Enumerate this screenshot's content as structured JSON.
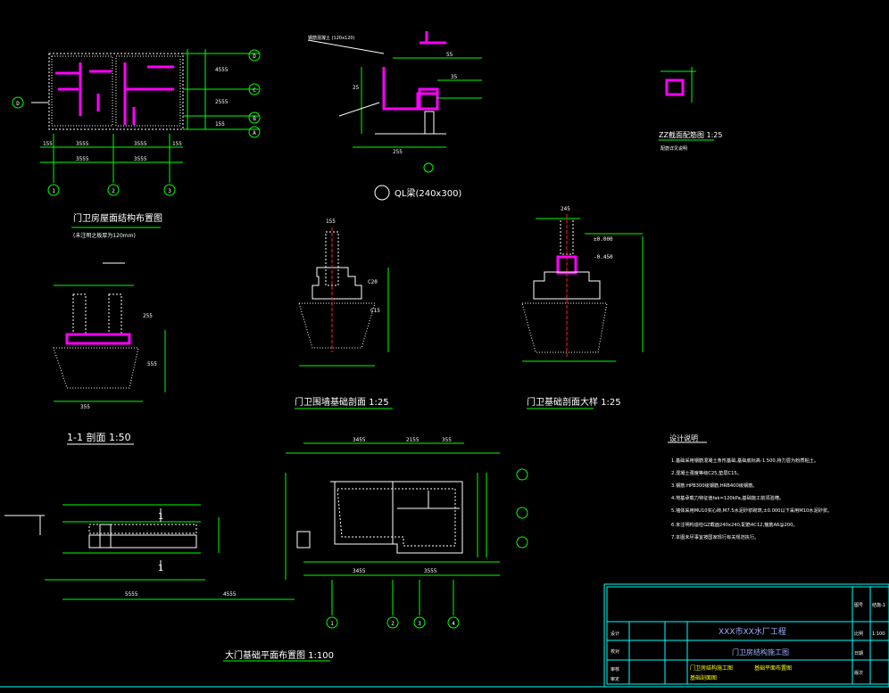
{
  "drawing": {
    "top_roof_plan": {
      "title": "门卫房屋面结构布置图",
      "subtitle": "(未注明之板厚为120mm)",
      "axes": [
        "1",
        "2",
        "3"
      ],
      "axis_left": "D",
      "axes_right": [
        "D",
        "C",
        "B",
        "A"
      ],
      "dims_bottom": [
        "155",
        "3555",
        "3555",
        "155"
      ],
      "dims_bottom2": [
        "3555",
        "3555"
      ],
      "dims_right": [
        "4555",
        "2555",
        "155"
      ]
    },
    "column_detail": {
      "title": "QL梁(240x300)",
      "note1": "钢筋混凝土 (120x120)",
      "labels": [
        "25",
        "55",
        "35",
        "255"
      ]
    },
    "zz_detail": {
      "title": "ZZ截面配筋图 1:25",
      "note": "配筋详见说明"
    },
    "section_11": {
      "title": "1-1 剖面 1:50",
      "labels": [
        "555",
        "355",
        "255"
      ]
    },
    "wall_section": {
      "title": "门卫围墙基础剖面 1:25",
      "labels": [
        "C20",
        "C15",
        "155"
      ]
    },
    "gate_section": {
      "title": "门卫基础剖面大样 1:25",
      "labels": [
        "245",
        "±0.000",
        "-0.450"
      ]
    },
    "foundation_plan": {
      "title": "大门基础平面布置图 1:100",
      "axes": [
        "1",
        "2",
        "3",
        "4"
      ],
      "dims_top": [
        "3455",
        "2155",
        "355"
      ],
      "dims_bottom": [
        "3455",
        "3555"
      ],
      "dims_bottom_left": [
        "5555",
        "4555"
      ],
      "label_1": "1"
    },
    "notes": {
      "heading": "设计说明",
      "lines": [
        "1.基础采用钢筋混凝土条形基础,基础底标高-1.500,持力层为粉质粘土。",
        "2.混凝土强度等级C25,垫层C15。",
        "3.钢筋:HPB300级钢筋,HRB400级钢筋。",
        "4.地基承载力特征值fak=120kPa,基础施工前须验槽。",
        "5.墙体采用MU10实心砖,M7.5水泥砂浆砌筑,±0.000以下采用M10水泥砂浆。",
        "6.未注明构造柱GZ截面240x240,配筋4C12,箍筋A6@200。",
        "7.本图未尽事宜按国家现行有关规范执行。"
      ]
    },
    "title_block": {
      "project": "XXX市XX水厂工程",
      "drawing_name": "门卫房结构施工图",
      "rows": [
        "设计",
        "校对",
        "审核",
        "审定"
      ],
      "cell_a": "门卫房结构施工图",
      "cell_b": "基础平面布置图",
      "cell_c": "基础剖面图",
      "right_labels": [
        "图号",
        "比例",
        "日期",
        "版次"
      ],
      "right_values": [
        "结施-1",
        "1:100",
        "",
        ""
      ]
    }
  }
}
